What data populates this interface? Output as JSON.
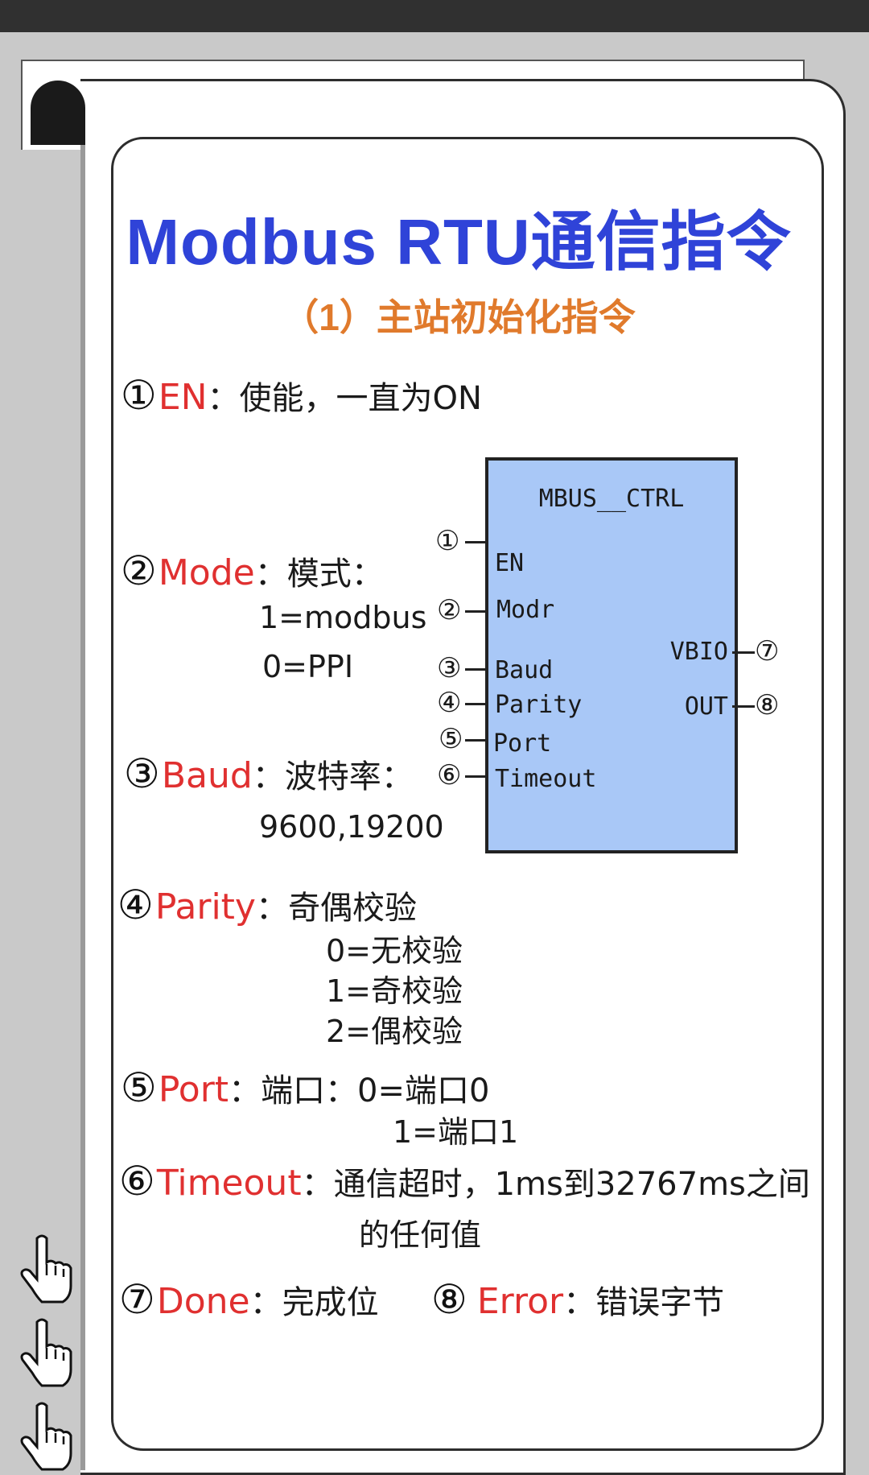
{
  "title": "Modbus RTU通信指令",
  "subtitle": "（1）主站初始化指令",
  "params": [
    {
      "num": "①",
      "key": "EN",
      "sep": "：",
      "desc": "使能，一直为ON"
    },
    {
      "num": "②",
      "key": "Mode",
      "sep": "：",
      "desc": "模式：",
      "values": [
        "1=modbus",
        "0=PPI"
      ]
    },
    {
      "num": "③",
      "key": "Baud",
      "sep": "：",
      "desc": "波特率：",
      "values": [
        "9600,19200"
      ]
    },
    {
      "num": "④",
      "key": "Parity",
      "sep": "：",
      "desc": "奇偶校验",
      "values": [
        "0=无校验",
        "1=奇校验",
        "2=偶校验"
      ]
    },
    {
      "num": "⑤",
      "key": "Port",
      "sep": "：",
      "desc": "端口：0=端口0",
      "values": [
        "1=端口1"
      ]
    },
    {
      "num": "⑥",
      "key": "Timeout",
      "sep": "：",
      "desc": "通信超时，1ms到32767ms之间",
      "values": [
        "的任何值"
      ]
    },
    {
      "num": "⑦",
      "key": "Done",
      "sep": "：",
      "desc": "完成位"
    },
    {
      "num": "⑧",
      "key": "Error",
      "sep": "：",
      "desc": "错误字节"
    }
  ],
  "block": {
    "name": "MBUS__CTRL",
    "inputs": [
      {
        "num": "①",
        "label": "EN"
      },
      {
        "num": "②",
        "label": "Modr"
      },
      {
        "num": "③",
        "label": "Baud"
      },
      {
        "num": "④",
        "label": "Parity"
      },
      {
        "num": "⑤",
        "label": "Port"
      },
      {
        "num": "⑥",
        "label": "Timeout"
      }
    ],
    "outputs": [
      {
        "num": "⑦",
        "label": "VBIO"
      },
      {
        "num": "⑧",
        "label": "OUT"
      }
    ]
  },
  "colors": {
    "title": "#2f43d8",
    "subtitle": "#e07a2c",
    "key": "#e03030",
    "block_fill": "#a9c8f7"
  },
  "icons": [
    "hand-pointer-icon",
    "hand-pointer-icon",
    "hand-pointer-icon"
  ]
}
